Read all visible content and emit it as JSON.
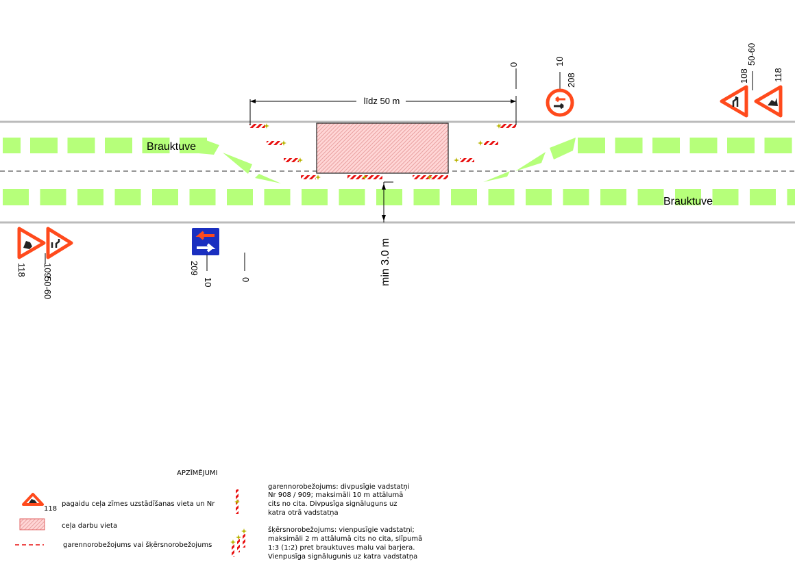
{
  "diagram": {
    "lane_label_top": "Brauktuve",
    "lane_label_bottom": "Brauktuve",
    "length_dimension": "līdz  50 m",
    "clearance_dimension": "min 3.0 m",
    "right_side": {
      "distance_zero": "0",
      "sign_208_distance": "10",
      "sign_208_number": "208",
      "sign_108_number": "108",
      "sign_108_distance": "50-60",
      "sign_118_number": "118"
    },
    "left_side": {
      "sign_118_number": "118",
      "sign_109_number": "109",
      "sign_109_distance": "50-60",
      "sign_209_number": "209",
      "sign_209_distance": "10",
      "distance_zero": "0"
    }
  },
  "legend": {
    "title": "APZĪMĒJUMI",
    "sign_number": "118",
    "sign_desc": "pagaidu ceļa zīmes uzstādīšanas vieta un Nr",
    "work_area_desc": "ceļa darbu vieta",
    "dashed_desc": "garennorobežojums vai šķērsnorobežojums",
    "longitudinal_lines": [
      "garennorobežojums: divpusīgie vadstatņi",
      "Nr 908 / 909; maksimāli 10 m attālumā",
      "cits no cita. Divpusīga signāluguns uz",
      "katra otrā vadstatņa"
    ],
    "transverse_lines": [
      "šķērsnorobežojums: vienpusīgie vadstatņi;",
      "maksimāli 2 m attālumā cits no cita, slīpumā",
      "1:3 (1:2) pret brauktuves malu vai barjera.",
      "Vienpusīga signālugunis uz katra vadstatņa"
    ]
  },
  "colors": {
    "lane_marking": "#b6ff7a",
    "sign_red": "#ff4a1c",
    "work_area": "#ffd0d0",
    "sign_blue": "#1a2fc0"
  }
}
